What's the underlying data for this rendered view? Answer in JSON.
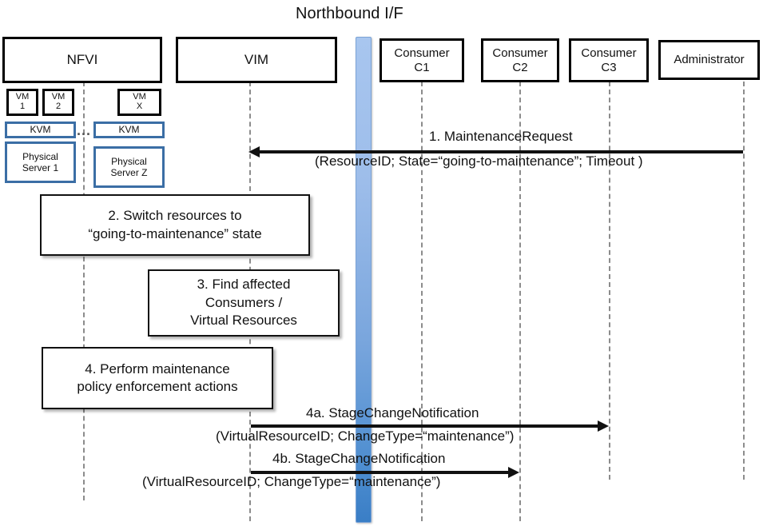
{
  "diagram": {
    "title": "Northbound I/F",
    "accent_blue": "#4e8ed0",
    "box_blue": "#3b6ea5",
    "line_black": "#111111",
    "lifeline_gray": "#8c8c8c"
  },
  "actors": [
    {
      "id": "nfvi",
      "label": "NFVI"
    },
    {
      "id": "vim",
      "label": "VIM"
    },
    {
      "id": "c1",
      "label": "Consumer\nC1",
      "line1": "Consumer",
      "line2": "C1"
    },
    {
      "id": "c2",
      "label": "Consumer\nC2",
      "line1": "Consumer",
      "line2": "C2"
    },
    {
      "id": "c3",
      "label": "Consumer\nC3",
      "line1": "Consumer",
      "line2": "C3"
    },
    {
      "id": "admin",
      "label": "Administrator"
    }
  ],
  "nfvi_stack": {
    "vm1": {
      "line1": "VM",
      "line2": "1"
    },
    "vm2": {
      "line1": "VM",
      "line2": "2"
    },
    "vmx": {
      "line1": "VM",
      "line2": "X"
    },
    "kvm_left": "KVM",
    "kvm_right": "KVM",
    "server_left_line1": "Physical",
    "server_left_line2": "Server 1",
    "server_right_line1": "Physical",
    "server_right_line2": "Server Z",
    "ellipsis": "..."
  },
  "notes": [
    {
      "id": "note2",
      "line1": "2. Switch resources to",
      "line2": "“going-to-maintenance” state"
    },
    {
      "id": "note3",
      "line1": "3. Find affected",
      "line2": "Consumers /",
      "line3": "Virtual Resources"
    },
    {
      "id": "note4",
      "line1": "4. Perform maintenance",
      "line2": "policy enforcement actions"
    }
  ],
  "messages": [
    {
      "id": "msg1",
      "number": "1.",
      "name": "MaintenanceRequest",
      "title": "1.    MaintenanceRequest",
      "params": "(ResourceID; State=“going-to-maintenance”; Timeout )",
      "from": "admin",
      "to": "vim",
      "direction": "left"
    },
    {
      "id": "msg4a",
      "number": "4a.",
      "name": "StageChangeNotification",
      "title": "4a. StageChangeNotification",
      "params": "(VirtualResourceID; ChangeType=“maintenance”)",
      "from": "vim",
      "to": "c3",
      "direction": "right"
    },
    {
      "id": "msg4b",
      "number": "4b.",
      "name": "StageChangeNotification",
      "title": "4b. StageChangeNotification",
      "params": "(VirtualResourceID; ChangeType=“maintenance”)",
      "from": "vim",
      "to": "c2",
      "direction": "right"
    }
  ]
}
